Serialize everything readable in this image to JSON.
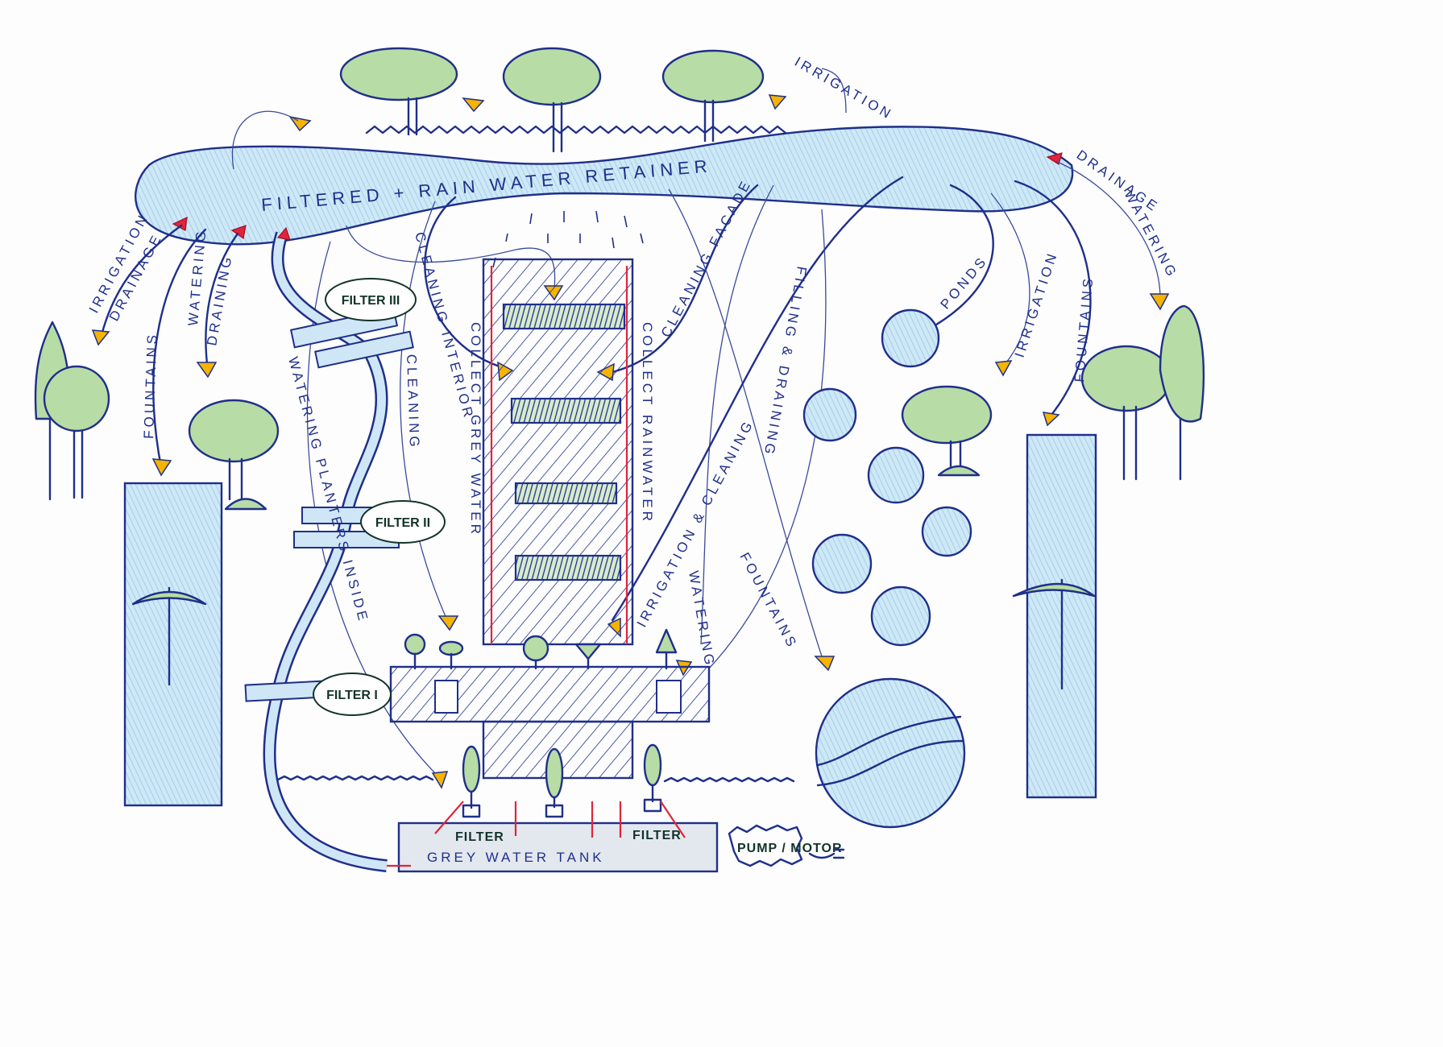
{
  "title": "Filtered + Rain Water Retainer",
  "colors": {
    "ink": "#1f2f8a",
    "water": "#bfe0f3",
    "vegetation": "#b7dca5",
    "flow_arrow": "#f4b400",
    "pipe_arrow": "#e0243a"
  },
  "labels": {
    "retainer": "FILTERED + RAIN WATER RETAINER",
    "irrigation_top": "IRRIGATION",
    "drainage_right": "DRAINAGE",
    "watering_right": "WATERING",
    "ponds": "PONDS",
    "irrigation_right": "IRRIGATION",
    "fountains_right": "FOUNTAINS",
    "irrigation_left": "IRRIGATION",
    "drainage_left": "DRAINAGE",
    "fountains_left": "FOUNTAINS",
    "watering_left": "WATERING",
    "draining_left": "DRAINING",
    "cleaning_interior": "CLEANING INTERIOR",
    "cleaning": "CLEANING",
    "collect_grey_water": "COLLECT GREY WATER",
    "collect_rainwater": "COLLECT RAINWATER",
    "cleaning_facade": "CLEANING FACADE",
    "filling_draining": "FILLING & DRAINING",
    "irrigation_cleaning": "IRRIGATION & CLEANING",
    "watering_center": "WATERING",
    "fountains_center": "FOUNTAINS",
    "watering_planters": "WATERING PLANTERS INSIDE"
  },
  "filters": {
    "f3": "FILTER III",
    "f2": "FILTER II",
    "f1": "FILTER I",
    "tank_left": "FILTER",
    "tank_right": "FILTER"
  },
  "tank": "GREY WATER TANK",
  "pump": "PUMP / MOTOR"
}
